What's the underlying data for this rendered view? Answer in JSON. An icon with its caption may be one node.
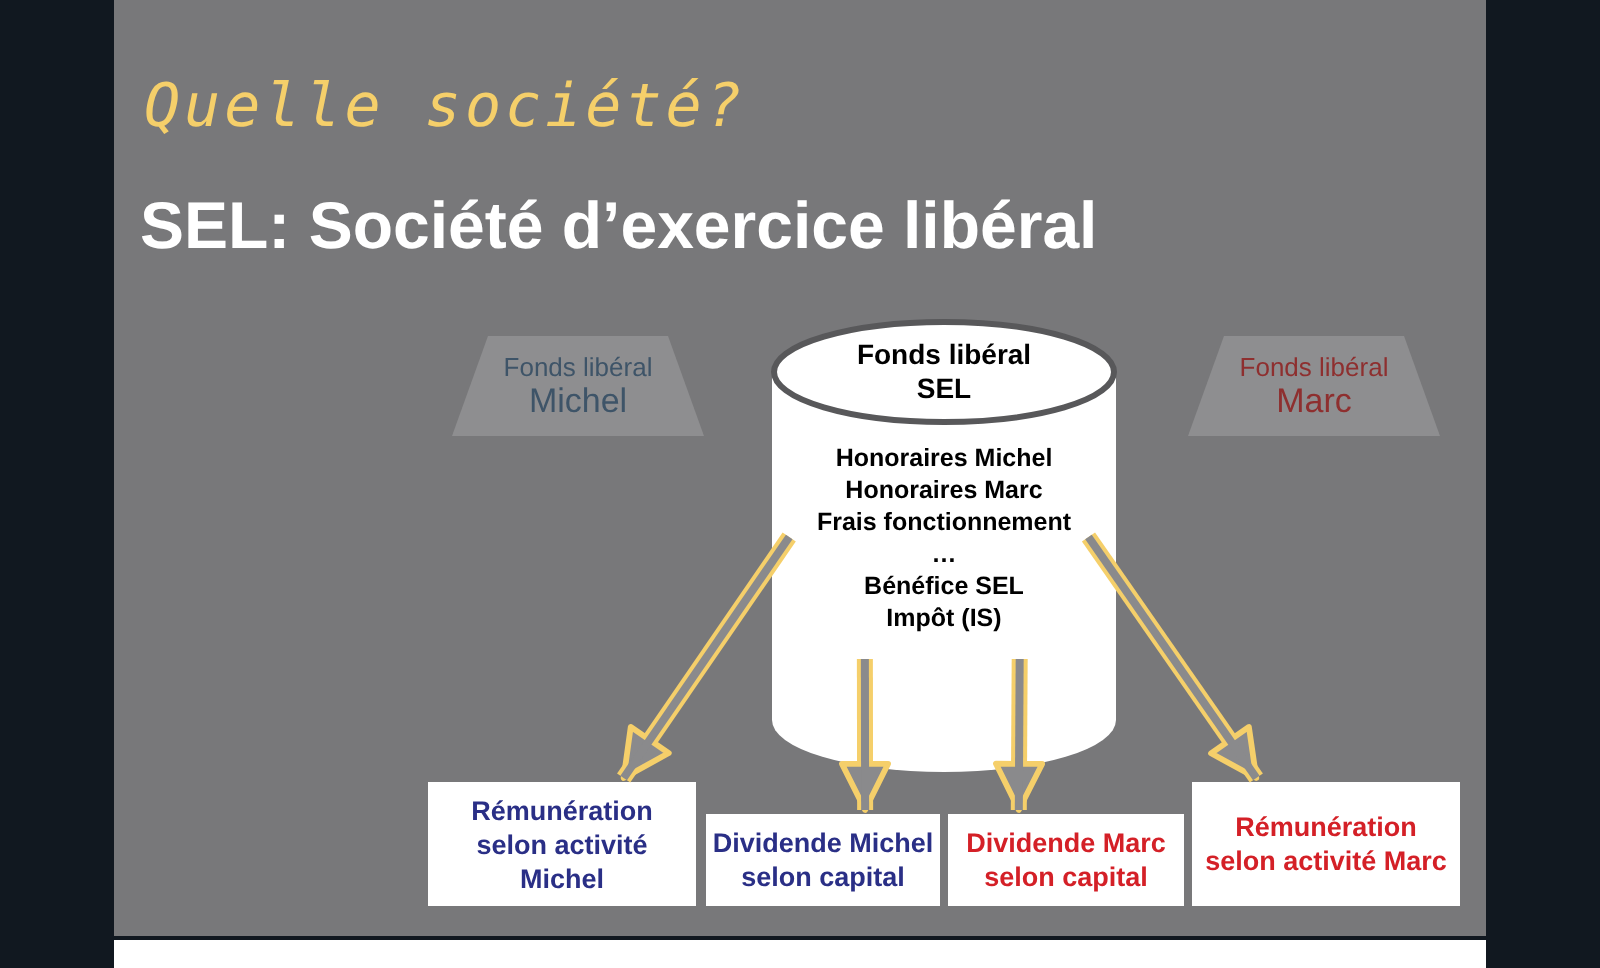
{
  "diagram": {
    "title": "Quelle société?",
    "nodes": [
      {
        "text": [
          "Fonds libéral",
          "Michel"
        ]
      },
      {
        "text": [
          "Fonds libéral SEL",
          "Honoraires Michel",
          "Honoraires Marc",
          "Frais fonctionnement",
          "…",
          "Bénéfice SEL",
          "Impôt (IS)"
        ]
      },
      {
        "text": [
          "Fonds libéral",
          "Marc"
        ]
      },
      {
        "text": [
          "Rémunération selon activité Michel"
        ]
      },
      {
        "text": [
          "Dividende Michel selon capital"
        ]
      },
      {
        "text": [
          "Dividende Marc selon capital"
        ]
      },
      {
        "text": [
          "Rémunération selon activité Marc"
        ]
      }
    ],
    "edges": [
      {
        "from": 1,
        "to": 3,
        "arrow": "to"
      },
      {
        "from": 1,
        "to": 4,
        "arrow": "to"
      },
      {
        "from": 1,
        "to": 5,
        "arrow": "to"
      },
      {
        "from": 1,
        "to": 6,
        "arrow": "to"
      }
    ],
    "labels": [
      "SEL: Société d’exercice libéral"
    ]
  }
}
